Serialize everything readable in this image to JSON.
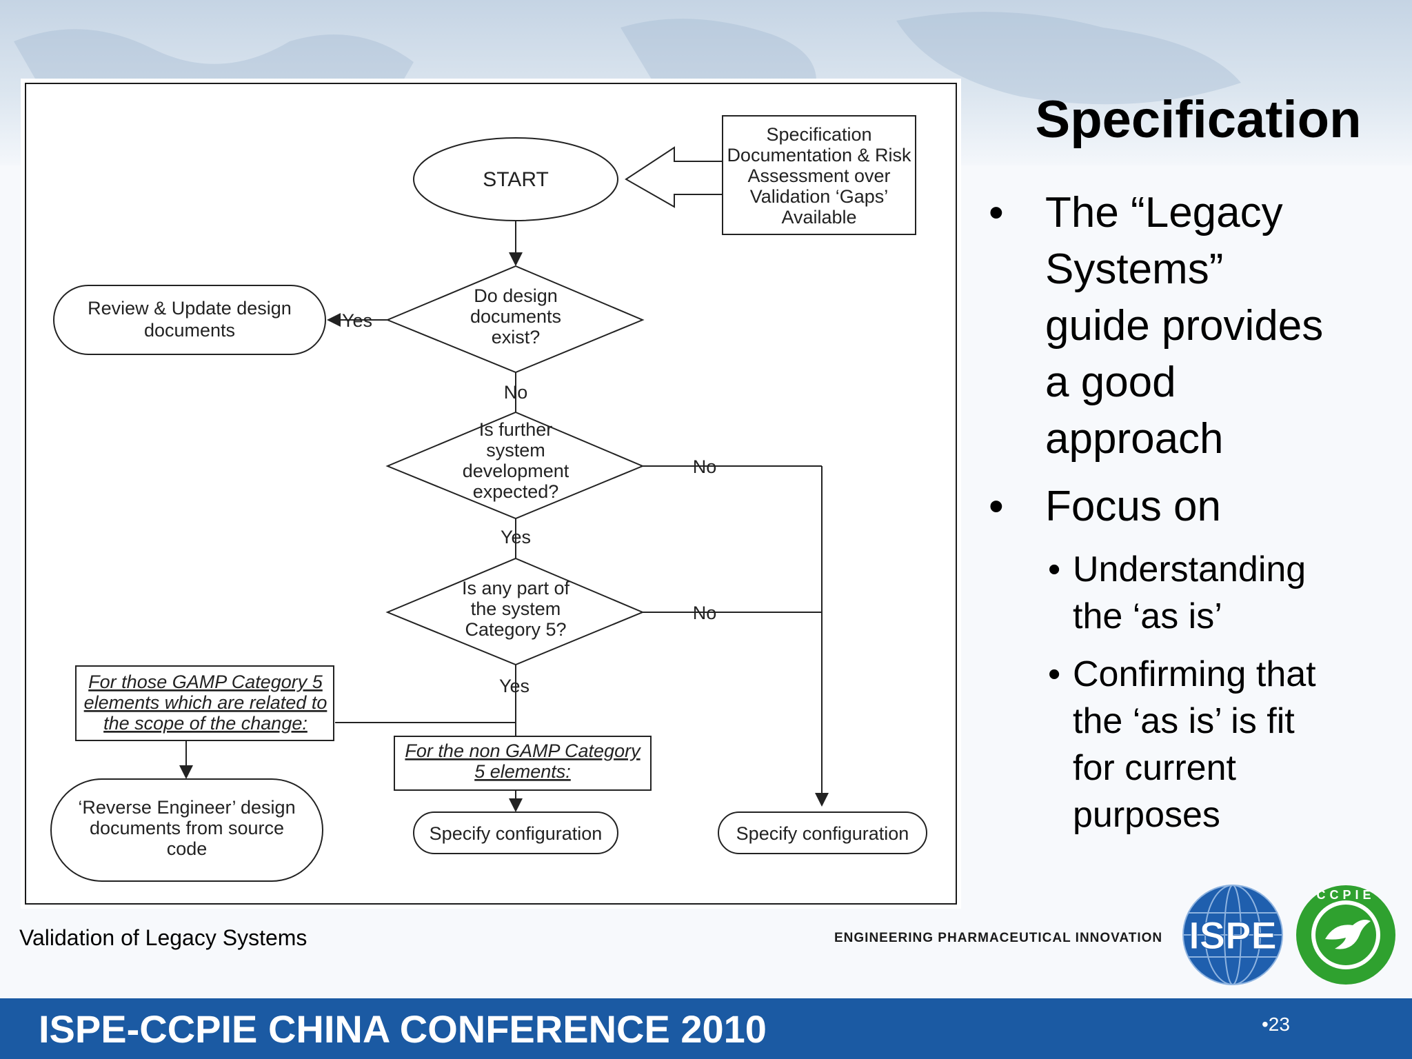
{
  "slide": {
    "title": "Specification",
    "bullets": [
      {
        "level": 1,
        "lines": [
          "The “Legacy",
          "Systems”",
          "guide provides",
          "a good",
          "approach"
        ]
      },
      {
        "level": 1,
        "lines": [
          "Focus on"
        ]
      },
      {
        "level": 2,
        "lines": [
          "Understanding",
          "the ‘as is’"
        ]
      },
      {
        "level": 2,
        "lines": [
          "Confirming that",
          "the ‘as is’ is fit",
          "for current",
          "purposes"
        ]
      }
    ],
    "bullet_glyph_l1": "•",
    "bullet_glyph_l2": "•",
    "footer_left": "Validation of Legacy Systems",
    "footer_tagline": "ENGINEERING PHARMACEUTICAL INNOVATION",
    "ispe_logo_text": "ISPE",
    "ccpie_logo_text": "CCPIE",
    "conference_title": "ISPE-CCPIE CHINA CONFERENCE 2010",
    "page_number": "•23",
    "colors": {
      "bottom_bar": "#1b5aa3",
      "ispe_blue": "#1f5fae",
      "ccpie_green": "#2fa12f"
    }
  },
  "flowchart": {
    "start": "START",
    "input_box": [
      "Specification",
      "Documentation & Risk",
      "Assessment over",
      "Validation ‘Gaps’",
      "Available"
    ],
    "q1": [
      "Do design",
      "documents",
      "exist?"
    ],
    "q2": [
      "Is further",
      "system",
      "development",
      "expected?"
    ],
    "q3": [
      "Is any part of",
      "the system",
      "Category 5?"
    ],
    "review": [
      "Review & Update design",
      "documents"
    ],
    "gamp5_note": [
      "For those GAMP Category 5",
      "elements which are related to",
      "the scope of the change:"
    ],
    "non_gamp_note": [
      "For the non GAMP Category",
      "5 elements:"
    ],
    "reverse": [
      "‘Reverse Engineer’ design",
      "documents from source",
      "code"
    ],
    "specify_mid": "Specify configuration",
    "specify_right": "Specify configuration",
    "labels": {
      "yes": "Yes",
      "no": "No"
    }
  }
}
